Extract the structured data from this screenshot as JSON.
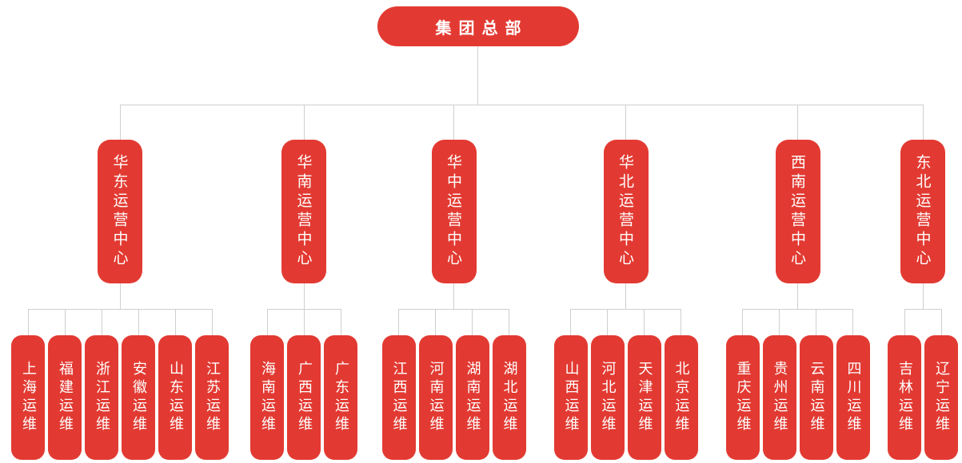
{
  "diagram": {
    "type": "org-tree",
    "colors": {
      "node_red": "#e23a32",
      "node_text": "#ffffff",
      "connector_line": "#cfcfcf"
    },
    "root": {
      "label": "集团总部"
    },
    "branches": [
      {
        "label": "华东运营中心",
        "children": [
          {
            "label": "上海运维"
          },
          {
            "label": "福建运维"
          },
          {
            "label": "浙江运维"
          },
          {
            "label": "安徽运维"
          },
          {
            "label": "山东运维"
          },
          {
            "label": "江苏运维"
          }
        ]
      },
      {
        "label": "华南运营中心",
        "children": [
          {
            "label": "海南运维"
          },
          {
            "label": "广西运维"
          },
          {
            "label": "广东运维"
          }
        ]
      },
      {
        "label": "华中运营中心",
        "children": [
          {
            "label": "江西运维"
          },
          {
            "label": "河南运维"
          },
          {
            "label": "湖南运维"
          },
          {
            "label": "湖北运维"
          }
        ]
      },
      {
        "label": "华北运营中心",
        "children": [
          {
            "label": "山西运维"
          },
          {
            "label": "河北运维"
          },
          {
            "label": "天津运维"
          },
          {
            "label": "北京运维"
          }
        ]
      },
      {
        "label": "西南运营中心",
        "children": [
          {
            "label": "重庆运维"
          },
          {
            "label": "贵州运维"
          },
          {
            "label": "云南运维"
          },
          {
            "label": "四川运维"
          }
        ]
      },
      {
        "label": "东北运营中心",
        "children": [
          {
            "label": "吉林运维"
          },
          {
            "label": "辽宁运维"
          }
        ]
      }
    ]
  }
}
